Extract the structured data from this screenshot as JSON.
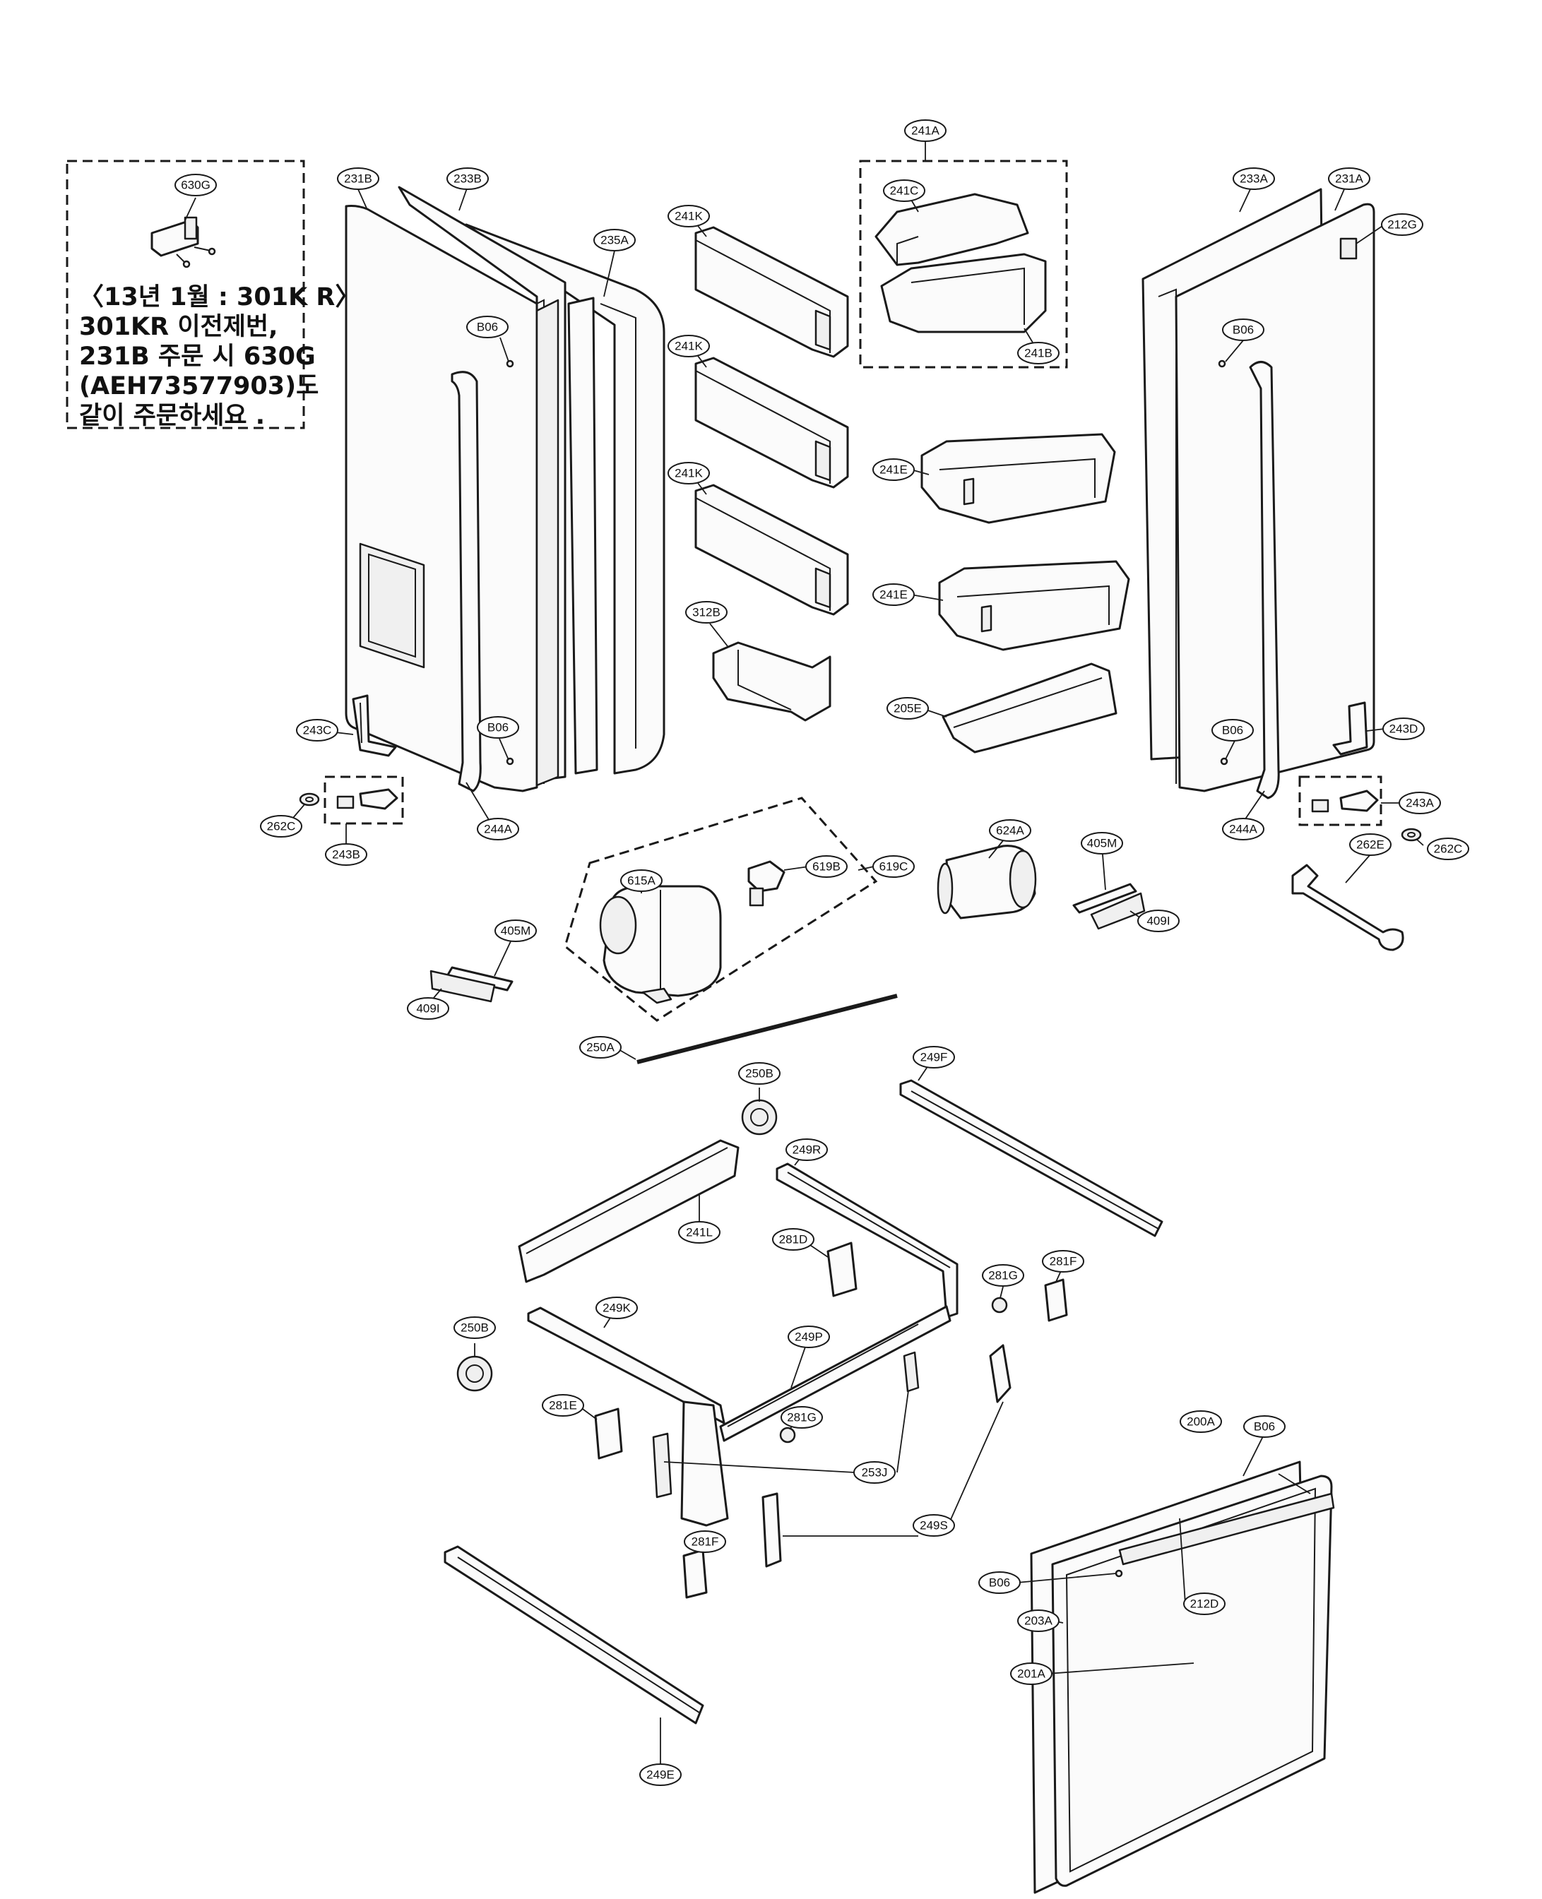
{
  "note": {
    "callout": "630G",
    "lines": [
      "〈13년 1월 : 301K R〉",
      "301KR 이전제번,",
      "231B 주문 시 630G",
      "(AEH73577903)도",
      "같이 주문하세요 ."
    ]
  },
  "callouts": {
    "c231B": "231B",
    "c233B": "233B",
    "c235A": "235A",
    "b06_left_top": "B06",
    "b06_left_bottom": "B06",
    "c243C": "243C",
    "c262C_left": "262C",
    "c243B": "243B",
    "c244A_left": "244A",
    "c241K_1": "241K",
    "c241K_2": "241K",
    "c241K_3": "241K",
    "c312B": "312B",
    "c241A": "241A",
    "c241C": "241C",
    "c241B": "241B",
    "c241E_1": "241E",
    "c241E_2": "241E",
    "c205E": "205E",
    "c233A": "233A",
    "c231A": "231A",
    "c212G": "212G",
    "b06_right_top": "B06",
    "b06_right_bottom": "B06",
    "c243D": "243D",
    "c243A": "243A",
    "c244A_right": "244A",
    "c262E": "262E",
    "c262C_right": "262C",
    "c615A": "615A",
    "c619B": "619B",
    "c619C": "619C",
    "c624A": "624A",
    "c405M_right": "405M",
    "c409I_right": "409I",
    "c405M_left": "405M",
    "c409I_left": "409I",
    "c250A": "250A",
    "c250B_top": "250B",
    "c249F": "249F",
    "c249R": "249R",
    "c241L": "241L",
    "c281D": "281D",
    "c281G_top": "281G",
    "c281F_top": "281F",
    "c250B_bottom": "250B",
    "c249K": "249K",
    "c249P": "249P",
    "c281E": "281E",
    "c281G_bottom": "281G",
    "c253J": "253J",
    "c249S": "249S",
    "c281F_bottom": "281F",
    "c249E": "249E",
    "b06_drawer_top": "B06",
    "c200A": "200A",
    "b06_drawer": "B06",
    "c212D": "212D",
    "c203A": "203A",
    "c201A": "201A"
  }
}
